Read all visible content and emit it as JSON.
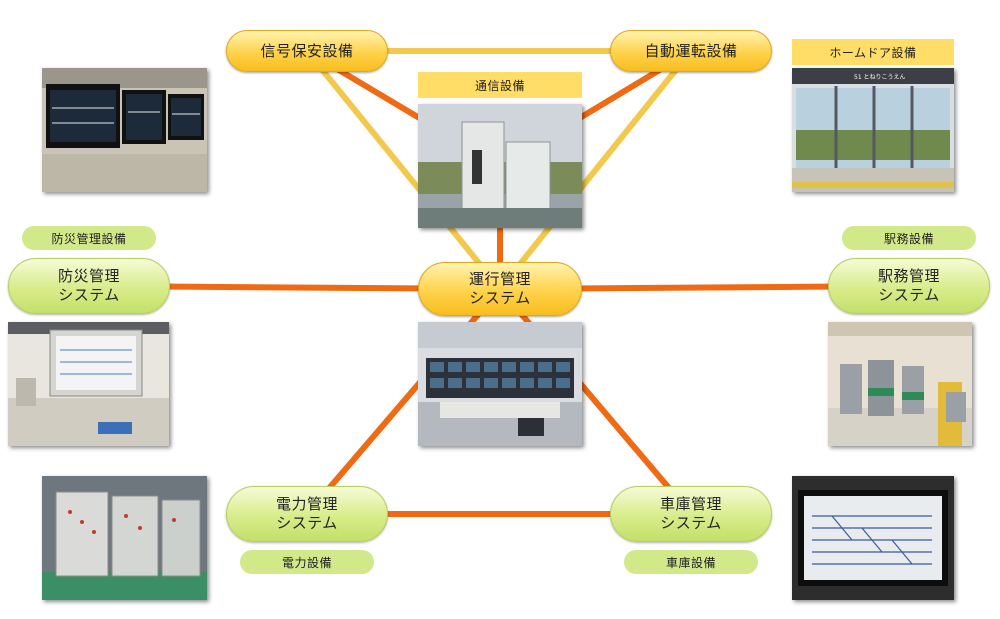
{
  "nodes": {
    "center": [
      "運行管理",
      "システム"
    ],
    "signal": [
      "信号保安設備"
    ],
    "ato": [
      "自動運転設備"
    ],
    "disaster": [
      "防災管理",
      "システム"
    ],
    "station": [
      "駅務管理",
      "システム"
    ],
    "power": [
      "電力管理",
      "システム"
    ],
    "depot": [
      "車庫管理",
      "システム"
    ]
  },
  "tags": {
    "comm": "通信設備",
    "platform_door": "ホームドア設備",
    "disaster_equipment": "防災管理設備",
    "station_equipment": "駅務設備",
    "power_equipment": "電力設備",
    "depot_equipment": "車庫設備"
  },
  "photo_labels": {
    "platform_station": "51 とねりこうえん"
  },
  "colors": {
    "link_orange": "#f06a14",
    "link_yellow": "#f2c94c"
  },
  "links": [
    {
      "from": "center",
      "to": "disaster",
      "color": "orange"
    },
    {
      "from": "center",
      "to": "station",
      "color": "orange"
    },
    {
      "from": "center",
      "to": "power",
      "color": "orange"
    },
    {
      "from": "center",
      "to": "depot",
      "color": "orange"
    },
    {
      "from": "center",
      "to": "comm",
      "color": "orange"
    },
    {
      "from": "signal",
      "to": "comm",
      "color": "orange"
    },
    {
      "from": "ato",
      "to": "comm",
      "color": "orange"
    },
    {
      "from": "power",
      "to": "depot",
      "color": "orange"
    },
    {
      "from": "signal",
      "to": "ato",
      "color": "yellow"
    },
    {
      "from": "signal",
      "to": "center",
      "color": "yellow"
    },
    {
      "from": "ato",
      "to": "center",
      "color": "yellow"
    }
  ]
}
